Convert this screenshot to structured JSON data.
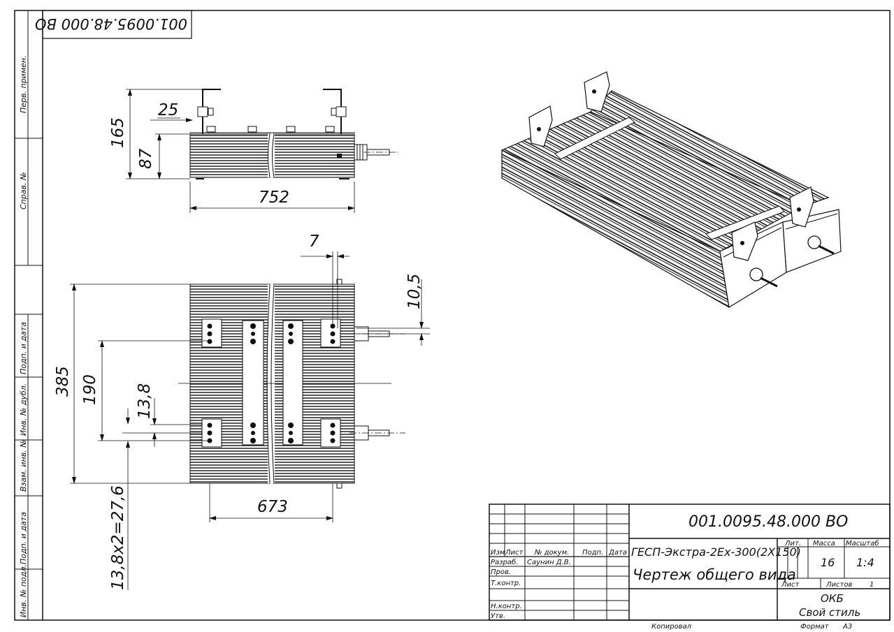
{
  "drawing_number": "001.0095.48.000 ВО",
  "drawing_number_rotated": "001.0095.48.000 ВО",
  "product_name": "ГЕСП-Экстра-2Ех-300(2Х150)",
  "document_title": "Чертеж общего вида",
  "side_labels": {
    "perv_primen": "Перв. примен.",
    "sprav_no": "Справ. №",
    "podp_data_1": "Подп. и дата",
    "inv_dubl": "Инв. № дубл.",
    "vzam_inv": "Взам. инв. №",
    "podp_data_2": "Подп. и дата",
    "inv_podl": "Инв. № подл."
  },
  "title_block": {
    "header": {
      "izm": "Изм",
      "list": "Лист",
      "no_dokum": "№ докум.",
      "podp": "Подп.",
      "data": "Дата"
    },
    "rows": {
      "razrab": "Разраб.",
      "razrab_name": "Саунин Д.В.",
      "prov": "Пров.",
      "tkontr": "Т.контр.",
      "nkontr": "Н.контр.",
      "utv": "Утв."
    },
    "lit": "Лит.",
    "massa_label": "Масса",
    "massa_value": "16",
    "masshtab_label": "Масштаб",
    "masshtab_value": "1:4",
    "list_label": "Лист",
    "listov_label": "Листов",
    "listov_value": "1",
    "org_1": "ОКБ",
    "org_2": "Свой стиль",
    "kopiroval": "Копировал",
    "format_label": "Формат",
    "format_value": "А3"
  },
  "dimensions": {
    "d25": "25",
    "d165": "165",
    "d87": "87",
    "d752": "752",
    "d7": "7",
    "d10_5": "10,5",
    "d385": "385",
    "d190": "190",
    "d13_8": "13,8",
    "d673": "673",
    "d13_8x2": "13,8х2=27,6"
  }
}
